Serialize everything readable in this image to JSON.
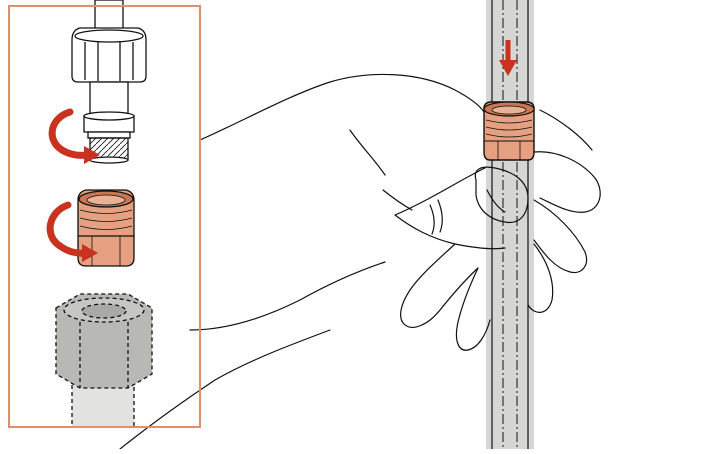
{
  "diagram": {
    "colors": {
      "inset_frame": "#dd8f70",
      "copper_fill": "#e59f81",
      "copper_dark": "#c97652",
      "arrow_red": "#c8321f",
      "hose_gray": "#d6d6d4",
      "nut_gray": "#b8b8b5",
      "outline": "#111111"
    },
    "inset_steps": [
      {
        "id": "unscrew-tap-adapter",
        "arrow_direction": "counter-clockwise"
      },
      {
        "id": "remove-copper-fitting",
        "arrow_direction": "counter-clockwise"
      },
      {
        "id": "hose-nut"
      }
    ],
    "main_view": {
      "arrow_direction": "down"
    }
  }
}
